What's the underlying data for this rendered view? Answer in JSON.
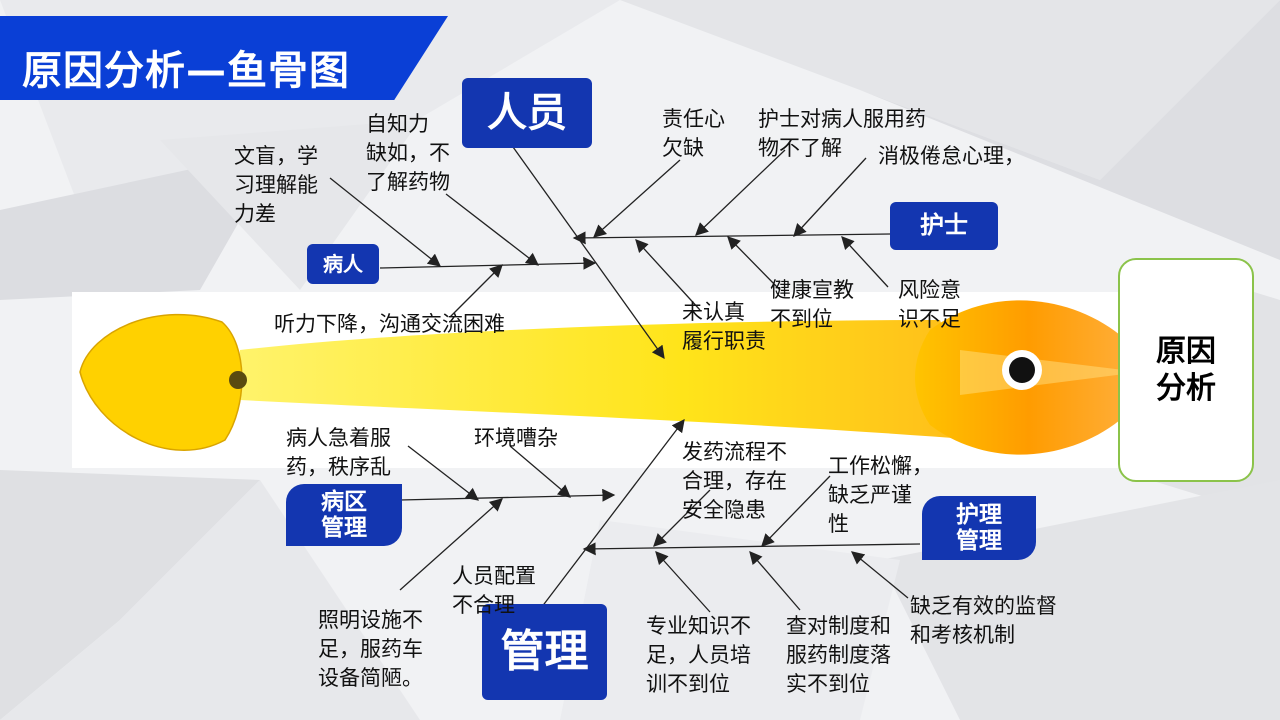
{
  "title": "原因分析—鱼骨图",
  "result": "原因\n分析",
  "categories": {
    "people": "人员",
    "patient": "病人",
    "nurse": "护士",
    "ward": "病区\n管理",
    "nursing_mgmt": "护理\n管理",
    "management": "管理"
  },
  "causes": {
    "patient_1": "文盲，学\n习理解能\n力差",
    "patient_2": "自知力\n缺如，不\n了解药物",
    "patient_3": "听力下降，沟通交流困难",
    "nurse_1": "责任心\n欠缺",
    "nurse_2": "护士对病人服用药\n物不了解",
    "nurse_3": "消极倦怠心理，",
    "nurse_4": "未认真\n履行职责",
    "nurse_5": "健康宣教\n不到位",
    "nurse_6": "风险意\n识不足",
    "ward_1": "病人急着服\n药，秩序乱",
    "ward_2": "环境嘈杂",
    "ward_3": "照明设施不\n足，服药车\n设备简陋。",
    "ward_4": "人员配置\n不合理",
    "mgmt_1": "发药流程不\n合理，存在\n安全隐患",
    "mgmt_2": "工作松懈，\n缺乏严谨\n性",
    "mgmt_3": "缺乏有效的监督\n和考核机制",
    "mgmt_4": "专业知识不\n足，人员培\n训不到位",
    "mgmt_5": "查对制度和\n服药制度落\n实不到位"
  }
}
